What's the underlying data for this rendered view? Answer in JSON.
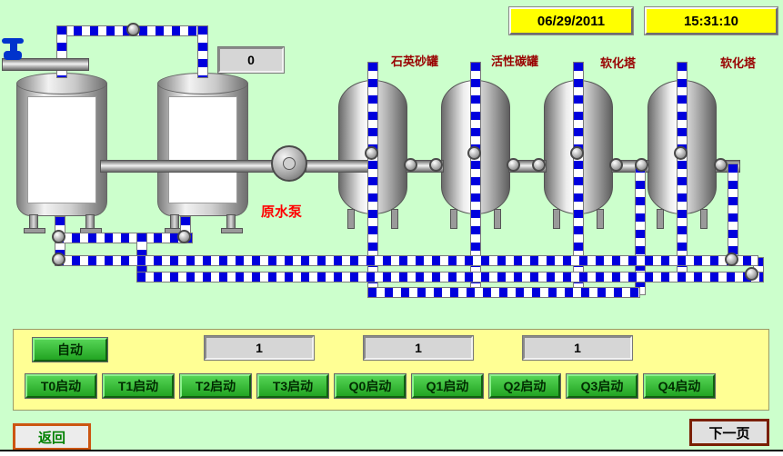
{
  "header": {
    "date": "06/29/2011",
    "time": "15:31:10"
  },
  "process": {
    "counter_value": "0",
    "pump_label": "原水泵",
    "vessel_labels": [
      "石英砂罐",
      "活性碳罐",
      "软化塔",
      "软化塔"
    ]
  },
  "control_panel": {
    "auto_button": "自动",
    "value_displays": [
      "1",
      "1",
      "1"
    ],
    "start_buttons": [
      "T0启动",
      "T1启动",
      "T2启动",
      "T3启动",
      "Q0启动",
      "Q1启动",
      "Q2启动",
      "Q3启动",
      "Q4启动"
    ]
  },
  "navigation": {
    "back": "返回",
    "next": "下一页"
  },
  "icons": {
    "valve": "valve-icon",
    "pump": "pump-icon",
    "inlet_valve": "inlet-valve-icon"
  },
  "colors": {
    "background": "#CCFFCC",
    "display_yellow": "#FFFF00",
    "panel_yellow": "#FFFF94",
    "button_green": "#2FB52F",
    "pipe_blue": "#0000DD",
    "pump_label_red": "#FF0000",
    "vessel_label_maroon": "#990000"
  }
}
